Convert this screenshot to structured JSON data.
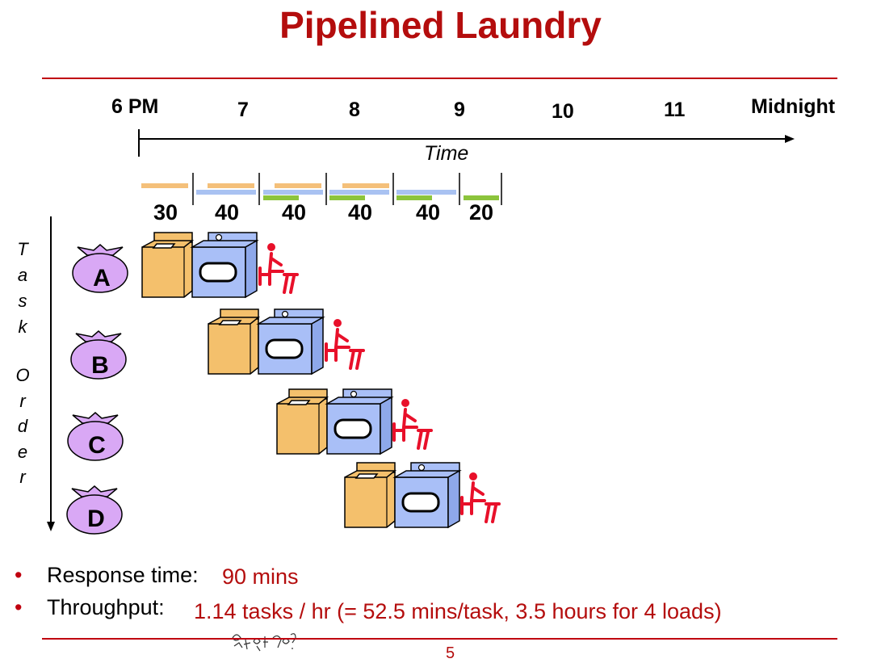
{
  "title": "Pipelined Laundry",
  "timeline": {
    "labels": [
      "6 PM",
      "7",
      "8",
      "9",
      "10",
      "11",
      "Midnight"
    ],
    "axis_title": "Time"
  },
  "durations": [
    "30",
    "40",
    "40",
    "40",
    "40",
    "20"
  ],
  "task_order_label": [
    "T",
    "a",
    "s",
    "k",
    "O",
    "r",
    "d",
    "e",
    "r"
  ],
  "tasks": [
    "A",
    "B",
    "C",
    "D"
  ],
  "bullets": [
    {
      "label": "Response time:",
      "value": "90 mins"
    },
    {
      "label": "Throughput:",
      "value": "1.14 tasks / hr (= 52.5 mins/task, 3.5 hours for 4 loads)"
    }
  ],
  "page_number": "5",
  "colors": {
    "title": "#b40d0d",
    "rule": "#c0000f",
    "washer": "#f4c06c",
    "dryer": "#a9bff7",
    "folder": "#e8102a",
    "bag": "#d9a8f5",
    "wash_bar": "#f4c07a",
    "dry_bar": "#a9c2f2",
    "fold_bar": "#8cc43c"
  }
}
